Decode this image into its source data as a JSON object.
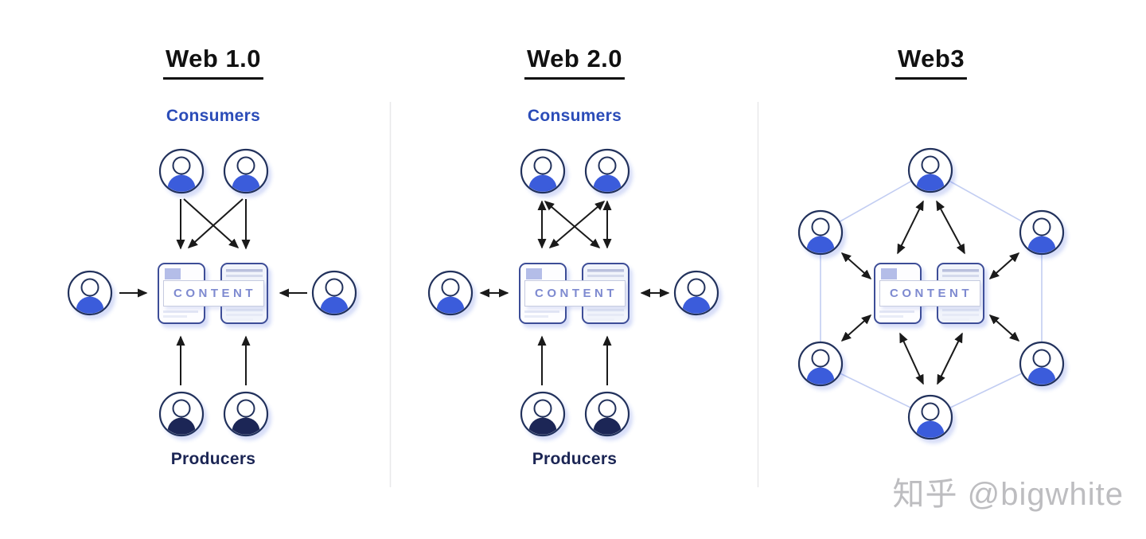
{
  "page": {
    "background": "#ffffff"
  },
  "columns": [
    {
      "title": "Web 1.0",
      "consumers_label": "Consumers",
      "producers_label": "Producers",
      "content_label": "CONTENT",
      "consumers_count": 2,
      "producers_count": 2,
      "side_users_count": 2,
      "consumer_arrows": "one-way-into-content",
      "producer_arrows": "one-way-into-content",
      "side_arrows": "one-way-into-content"
    },
    {
      "title": "Web 2.0",
      "consumers_label": "Consumers",
      "producers_label": "Producers",
      "content_label": "CONTENT",
      "consumers_count": 2,
      "producers_count": 2,
      "side_users_count": 2,
      "consumer_arrows": "two-way-with-content",
      "producer_arrows": "one-way-into-content",
      "side_arrows": "two-way-with-content"
    },
    {
      "title": "Web3",
      "content_label": "CONTENT",
      "network": "hexagon-peer-to-peer",
      "node_count": 6,
      "node_arrows": "two-way-with-content"
    }
  ],
  "watermark": {
    "text": "知乎 @bigwhite"
  },
  "colors": {
    "consumer_body": "#3b5bdb",
    "producer_body": "#1b2757",
    "outline": "#22305c",
    "consumers_label": "#2b4cb8",
    "producers_label": "#1b2554",
    "content_text": "#7e8ad0",
    "title": "#111111",
    "hexagon_edge": "#c2cdf2",
    "arrow": "#1a1a1a",
    "divider": "#e8e8ea",
    "watermark": "#bdbdc0",
    "card_border": "#3d4e97",
    "banner_border": "#c6cbe0"
  }
}
